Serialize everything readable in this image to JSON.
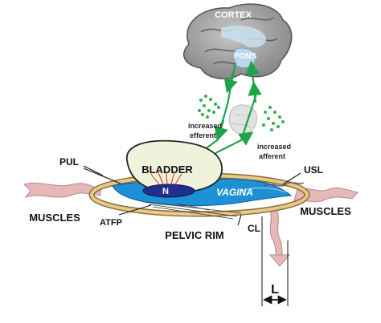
{
  "labels": {
    "cortex": "CORTEX",
    "pons": "PONS",
    "increased_efferent_1": "increased",
    "increased_efferent_2": "efferent",
    "increased_afferent_1": "increased",
    "increased_afferent_2": "afferent",
    "bladder": "BLADDER",
    "n": "N",
    "vagina": "VAGINA",
    "pul": "PUL",
    "usl": "USL",
    "muscles_left": "MUSCLES",
    "muscles_right": "MUSCLES",
    "atfp": "ATFP",
    "pelvic_rim": "PELVIC RIM",
    "cl": "CL",
    "l": "L"
  },
  "colors": {
    "brain": "#9a9a9a",
    "pons": "#b9d7ee",
    "pathway_green": "#1fa34a",
    "bladder_fill": "#eff3dc",
    "vagina_blue": "#1e90d6",
    "n_fill": "#1f2f8c",
    "rim": "#e7c98a",
    "muscle_pink": "#e6b8b8"
  }
}
